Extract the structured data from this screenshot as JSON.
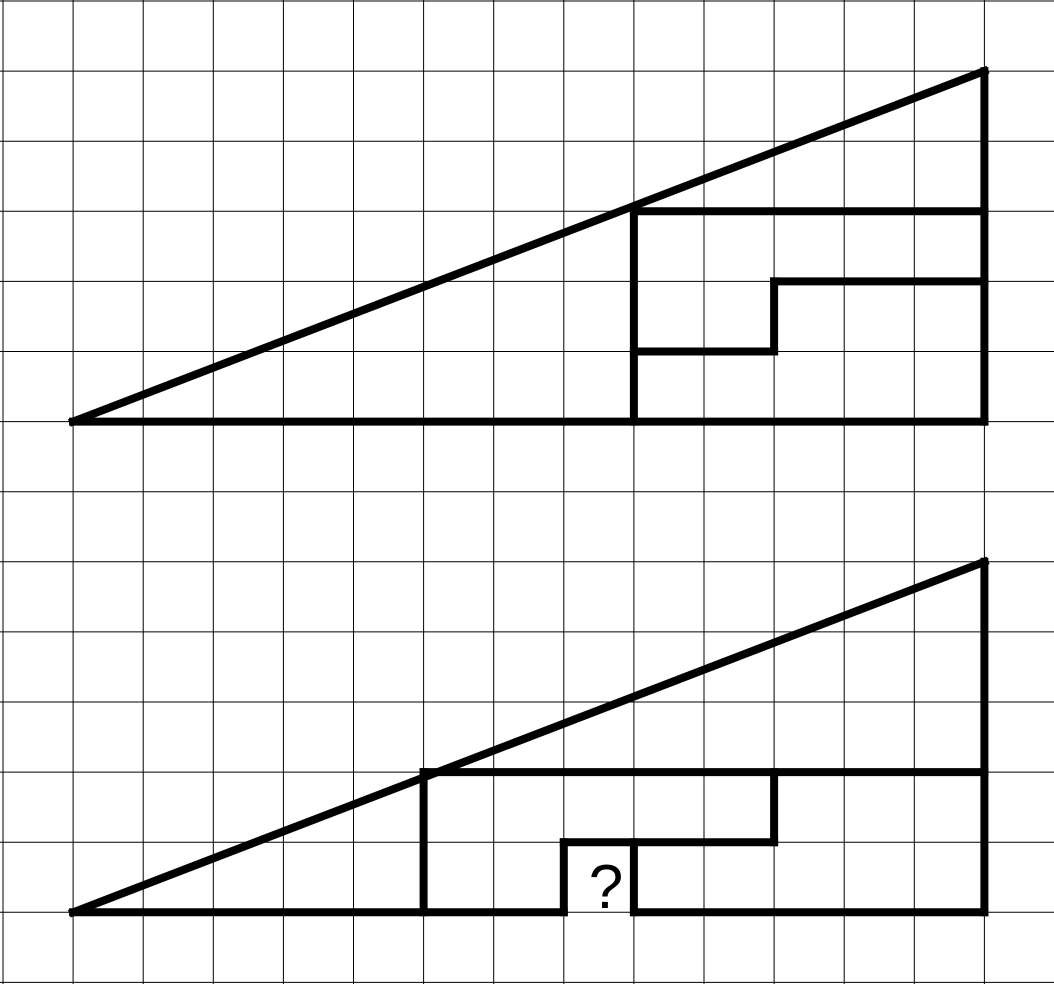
{
  "puzzle": {
    "question_mark": "?",
    "grid": {
      "columns": 15,
      "rows": 14
    },
    "colors": {
      "background": "#ffffff",
      "lines": "#000000"
    },
    "figures": [
      {
        "name": "top-triangle",
        "segments": [
          [
            [
              1,
              6
            ],
            [
              14,
              1
            ]
          ],
          [
            [
              14,
              1
            ],
            [
              14,
              6
            ]
          ],
          [
            [
              1,
              6
            ],
            [
              14,
              6
            ]
          ],
          [
            [
              9,
              3
            ],
            [
              9,
              6
            ]
          ],
          [
            [
              9,
              3
            ],
            [
              14,
              3
            ]
          ],
          [
            [
              11,
              4
            ],
            [
              14,
              4
            ]
          ],
          [
            [
              11,
              4
            ],
            [
              11,
              5
            ]
          ],
          [
            [
              9,
              5
            ],
            [
              11,
              5
            ]
          ]
        ]
      },
      {
        "name": "bottom-triangle",
        "segments": [
          [
            [
              1,
              13
            ],
            [
              14,
              8
            ]
          ],
          [
            [
              14,
              8
            ],
            [
              14,
              13
            ]
          ],
          [
            [
              1,
              13
            ],
            [
              8,
              13
            ]
          ],
          [
            [
              9,
              13
            ],
            [
              14,
              13
            ]
          ],
          [
            [
              6,
              11
            ],
            [
              6,
              13
            ]
          ],
          [
            [
              6,
              11
            ],
            [
              14,
              11
            ]
          ],
          [
            [
              11,
              11
            ],
            [
              11,
              12
            ]
          ],
          [
            [
              8,
              12
            ],
            [
              11,
              12
            ]
          ],
          [
            [
              8,
              12
            ],
            [
              8,
              13
            ]
          ],
          [
            [
              9,
              12
            ],
            [
              9,
              13
            ]
          ]
        ]
      }
    ]
  }
}
